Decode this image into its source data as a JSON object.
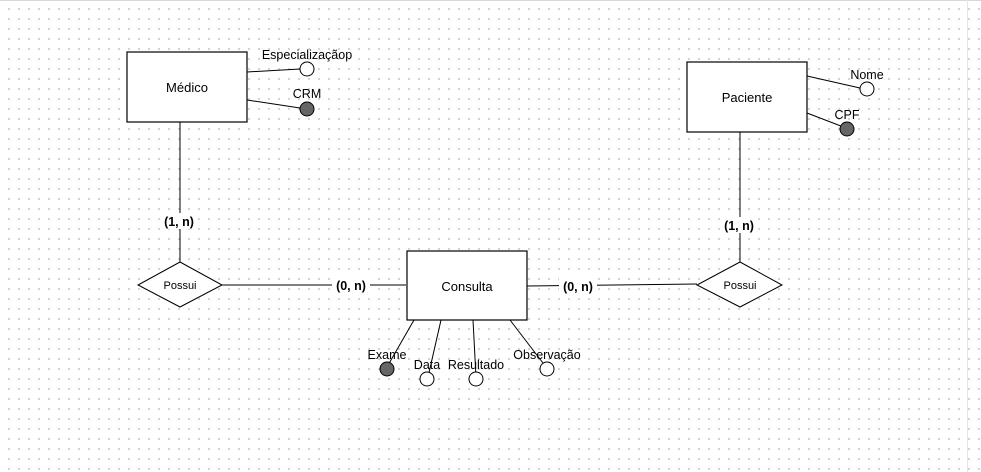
{
  "diagram": {
    "entities": {
      "medico": "Médico",
      "paciente": "Paciente",
      "consulta": "Consulta"
    },
    "relationships": {
      "left": "Possui",
      "right": "Possui"
    },
    "attributes": {
      "especializacao": "Especializaçãop",
      "crm": "CRM",
      "nome": "Nome",
      "cpf": "CPF",
      "exame": "Exame",
      "data": "Data",
      "resultado": "Resultado",
      "observacao": "Observação"
    },
    "cardinalities": {
      "medico_possui": "(1, n)",
      "possui_consulta_left": "(0, n)",
      "consulta_possui_right": "(0, n)",
      "paciente_possui": "(1, n)"
    },
    "colors": {
      "stroke": "#000000",
      "key_fill": "#666666",
      "background": "#ffffff"
    }
  }
}
